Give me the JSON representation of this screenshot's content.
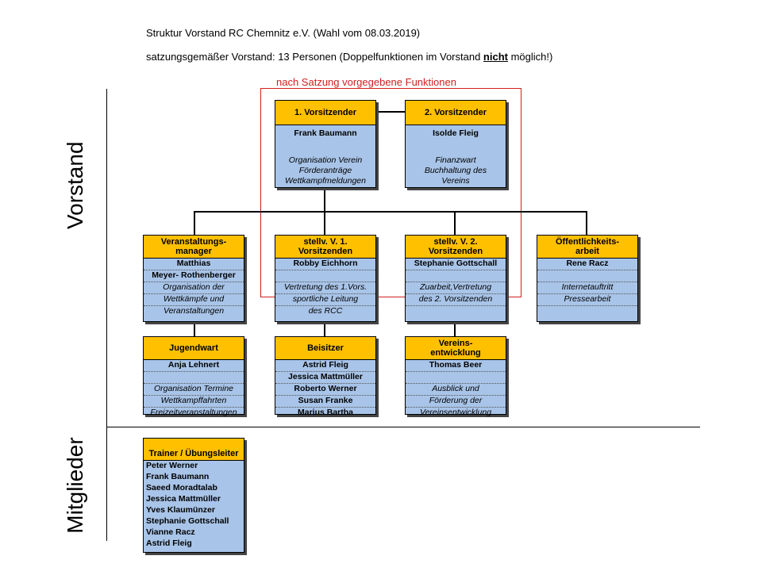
{
  "header": {
    "title": "Struktur Vorstand RC Chemnitz e.V. (Wahl vom 08.03.2019)",
    "subtitle_pre": "satzungsgemäßer Vorstand: 13 Personen (Doppelfunktionen im Vorstand ",
    "subtitle_emph": "nicht",
    "subtitle_post": " möglich!)"
  },
  "side_labels": {
    "vorstand": "Vorstand",
    "mitglieder": "Mitglieder"
  },
  "satzung_label": "nach Satzung vorgegebene Funktionen",
  "boxes": {
    "vors1": {
      "title": "1. Vorsitzender",
      "name": "Frank Baumann",
      "desc": [
        "Organisation Verein",
        "Förderanträge",
        "Wettkampfmeldungen"
      ]
    },
    "vors2": {
      "title": "2. Vorsitzender",
      "name": "Isolde Fleig",
      "desc": [
        "Finanzwart",
        "Buchhaltung des",
        "Vereins"
      ]
    },
    "veranstaltung": {
      "title": "Veranstaltungs-\nmanager",
      "lines": [
        "Matthias",
        "Meyer- Rothenberger",
        "Organisation der",
        "Wettkämpfe und",
        "Veranstaltungen"
      ]
    },
    "stellv1": {
      "title": "stellv. V. 1.\nVorsitzenden",
      "lines": [
        "Robby Eichhorn",
        "",
        "Vertretung des 1.Vors.",
        "sportliche Leitung",
        "des RCC"
      ]
    },
    "stellv2": {
      "title": "stellv. V. 2.\nVorsitzenden",
      "lines": [
        "Stephanie Gottschall",
        "",
        "Zuarbeit,Vertretung",
        "des 2. Vorsitzenden",
        ""
      ]
    },
    "oeffentlich": {
      "title": "Öffentlichkeits-\narbeit",
      "lines": [
        "Rene Racz",
        "",
        "Internetauftritt",
        "Pressearbeit",
        ""
      ]
    },
    "jugend": {
      "title": "Jugendwart",
      "lines": [
        "Anja Lehnert",
        "",
        "Organisation Termine",
        "Wettkampffahrten",
        "Freizeitveranstaltungen"
      ]
    },
    "beisitzer": {
      "title": "Beisitzer",
      "lines": [
        "Astrid Fleig",
        "Jessica Mattmüller",
        "Roberto Werner",
        "Susan Franke",
        "Marius Bartha"
      ]
    },
    "vereinsentw": {
      "title": "Vereins-\nentwicklung",
      "lines": [
        "Thomas Beer",
        "",
        "Ausblick und",
        "Förderung der",
        "Vereinsentwicklung"
      ]
    },
    "trainer": {
      "title": "Trainer / Übungsleiter",
      "lines": [
        "Peter Werner",
        "Frank Baumann",
        "Saeed Moradtalab",
        "Jessica Mattmüller",
        "Yves Klaumünzer",
        "Stephanie Gottschall",
        "Vianne Racz",
        "Astrid Fleig"
      ]
    }
  }
}
